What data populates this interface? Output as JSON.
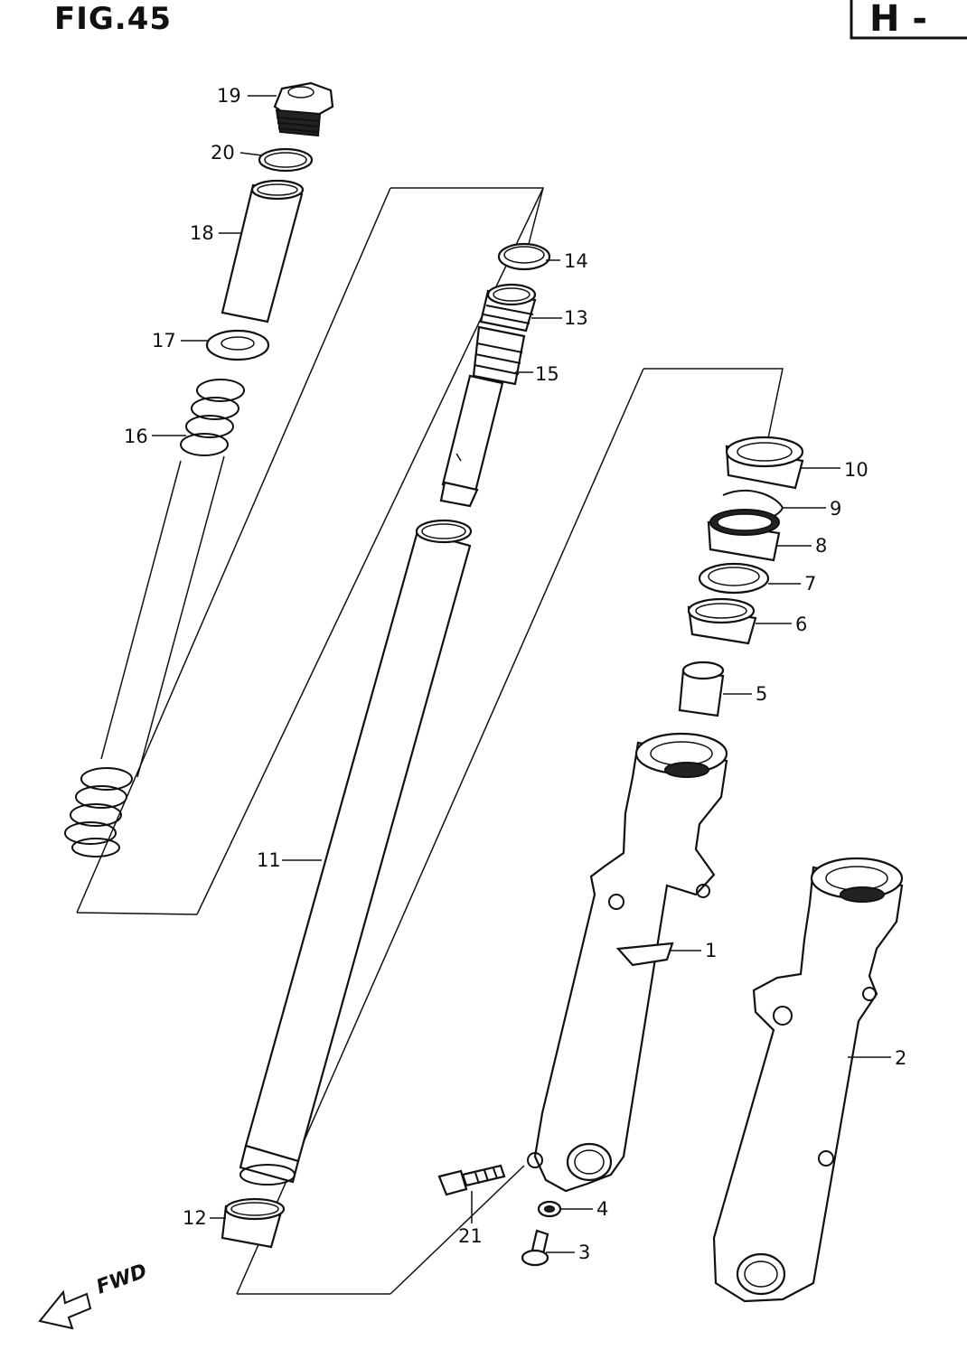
{
  "figure": {
    "title": "FIG.45",
    "page_ref": "H - "
  },
  "direction_label": "FWD",
  "callouts": {
    "p1": "1",
    "p2": "2",
    "p3": "3",
    "p4": "4",
    "p5": "5",
    "p6": "6",
    "p7": "7",
    "p8": "8",
    "p9": "9",
    "p10": "10",
    "p11": "11",
    "p12": "12",
    "p13": "13",
    "p14": "14",
    "p15": "15",
    "p16": "16",
    "p17": "17",
    "p18": "18",
    "p19": "19",
    "p20": "20",
    "p21": "21"
  }
}
